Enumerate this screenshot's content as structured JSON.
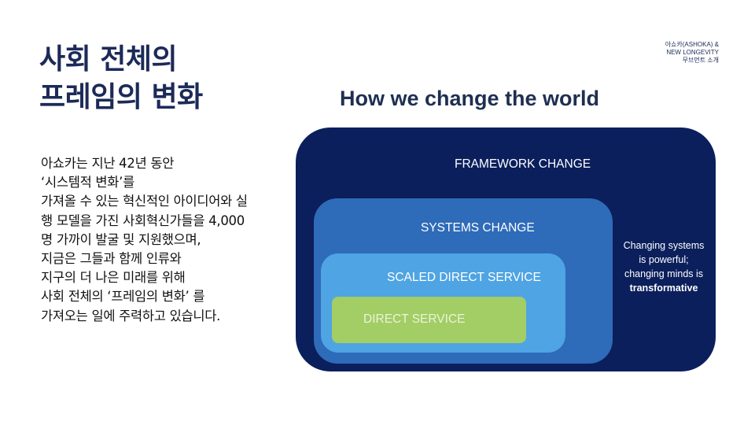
{
  "title": {
    "line1": "사회 전체의",
    "line2": "프레임의 변화"
  },
  "brand": {
    "line1": "아쇼카(ASHOKA) &",
    "line2": "NEW LONGEVITY",
    "line3": "무브먼트 소개"
  },
  "body": {
    "lines": [
      "아쇼카는 지난 42년 동안",
      "‘시스템적 변화’를",
      "가져올 수 있는 혁신적인 아이디어와 실",
      "행 모델을 가진 사회혁신가들을 4,000",
      "명 가까이 발굴 및 지원했으며,",
      "지금은 그들과 함께 인류와",
      "지구의 더 나은 미래를 위해",
      "사회 전체의 ‘프레임의 변화’ 를",
      "가져오는 일에 주력하고 있습니다."
    ]
  },
  "diagram": {
    "title": "How we change the world",
    "framework_label": "FRAMEWORK CHANGE",
    "systems_label": "SYSTEMS CHANGE",
    "scaled_label": "SCALED DIRECT SERVICE",
    "direct_label": "DIRECT SERVICE",
    "note": {
      "line1": "Changing systems",
      "line2": "is powerful;",
      "line3": "changing minds is",
      "line4": "transformative"
    },
    "colors": {
      "framework": "#0b1f5c",
      "systems": "#2e6bb9",
      "scaled": "#4fa4e3",
      "direct": "#a3cd65"
    }
  }
}
